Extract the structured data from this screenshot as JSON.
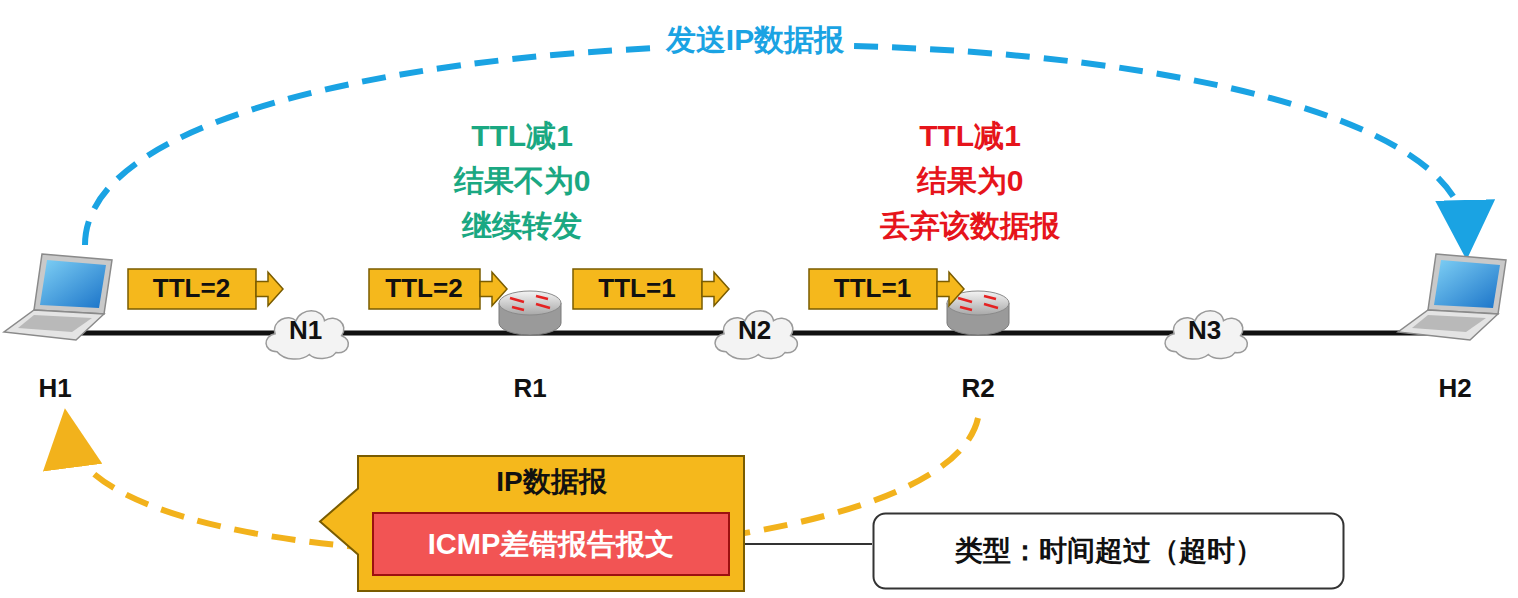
{
  "diagram": {
    "nodes": [
      {
        "text": [
          "TTL=2"
        ]
      },
      {
        "text": [
          "N1"
        ]
      },
      {
        "text": [
          "TTL=2"
        ]
      },
      {
        "text": [
          "TTL=1"
        ]
      },
      {
        "text": [
          "N2"
        ]
      },
      {
        "text": [
          "TTL=1"
        ]
      },
      {
        "text": [
          "N3"
        ]
      },
      {
        "text": [
          "IP数据报"
        ]
      },
      {
        "text": [
          "ICMP差错报告报文"
        ],
        "in": 7
      },
      {
        "text": [
          "类型：时间超过（超时）"
        ]
      }
    ],
    "edges": [
      {
        "from": 8,
        "to": 9,
        "arrow": "none"
      }
    ],
    "labels": [
      "发送IP数据报",
      "TTL减1 结果不为0 继续转发",
      "TTL减1 结果为0 丢弃该数据报",
      "H1",
      "R1",
      "R2",
      "H2"
    ]
  }
}
